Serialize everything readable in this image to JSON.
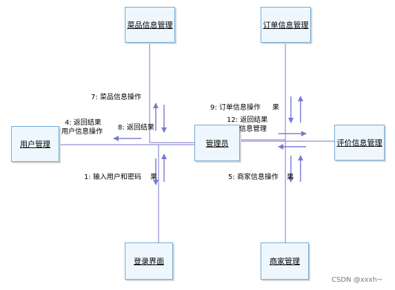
{
  "nodes": {
    "dish": "菜品信息管理",
    "order": "订单信息管理",
    "user": "用户管理",
    "admin": "管理员",
    "review": "评价信息管理",
    "login": "登录界面",
    "merchant": "商家管理"
  },
  "labels": {
    "dish_op": "7:  菜品信息操作",
    "ret4": "4:  返回结果",
    "user_op": "用户信息操作",
    "ret8": "8:  返回结果",
    "order_op": "9:  订单信息操作",
    "order_op_tail": "果",
    "ret12": "12:  返回结果",
    "info_mgmt": "信息管理",
    "input_user": "1:  输入用户和密码",
    "input_user_tail": "果",
    "merchant_op": "5:  商家信息操作",
    "merchant_op_tail": "果"
  },
  "watermark": "CSDN @xxxh~",
  "colors": {
    "line": "#8c8cd8",
    "arrow": "#7a7ad0",
    "node_fill": "#eef7fd",
    "node_border": "#6fa8d6"
  }
}
